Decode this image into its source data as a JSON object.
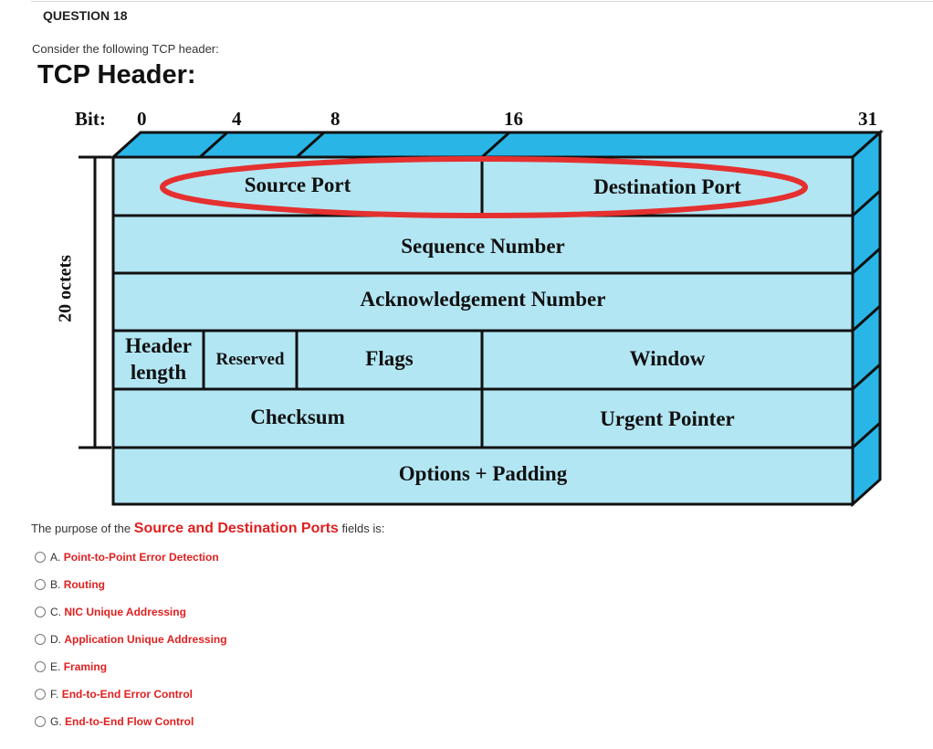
{
  "question": {
    "title": "QUESTION 18",
    "intro": "Consider the following TCP header:"
  },
  "diagram": {
    "title": "TCP Header:",
    "bit_label": "Bit:",
    "bits": [
      "0",
      "4",
      "8",
      "16",
      "31"
    ],
    "side_label": "20 octets",
    "fields": {
      "source_port": "Source Port",
      "destination_port": "Destination Port",
      "sequence_number": "Sequence Number",
      "ack_number": "Acknowledgement Number",
      "header_length_1": "Header",
      "header_length_2": "length",
      "reserved": "Reserved",
      "flags": "Flags",
      "window": "Window",
      "checksum": "Checksum",
      "urgent_pointer": "Urgent Pointer",
      "options": "Options + Padding"
    },
    "colors": {
      "cell_fill": "#b3e6f3",
      "top_face": "#29b5e6",
      "side_face": "#29b5e6",
      "highlight": "#e53030"
    }
  },
  "prompt": {
    "before": "The purpose of the",
    "highlight": "Source and Destination Ports",
    "after": "fields is:"
  },
  "options": [
    {
      "letter": "A.",
      "text": "Point-to-Point Error Detection"
    },
    {
      "letter": "B.",
      "text": "Routing"
    },
    {
      "letter": "C.",
      "text": "NIC Unique Addressing"
    },
    {
      "letter": "D.",
      "text": "Application Unique Addressing"
    },
    {
      "letter": "E.",
      "text": "Framing"
    },
    {
      "letter": "F.",
      "text": "End-to-End Error Control"
    },
    {
      "letter": "G.",
      "text": "End-to-End Flow Control"
    }
  ]
}
